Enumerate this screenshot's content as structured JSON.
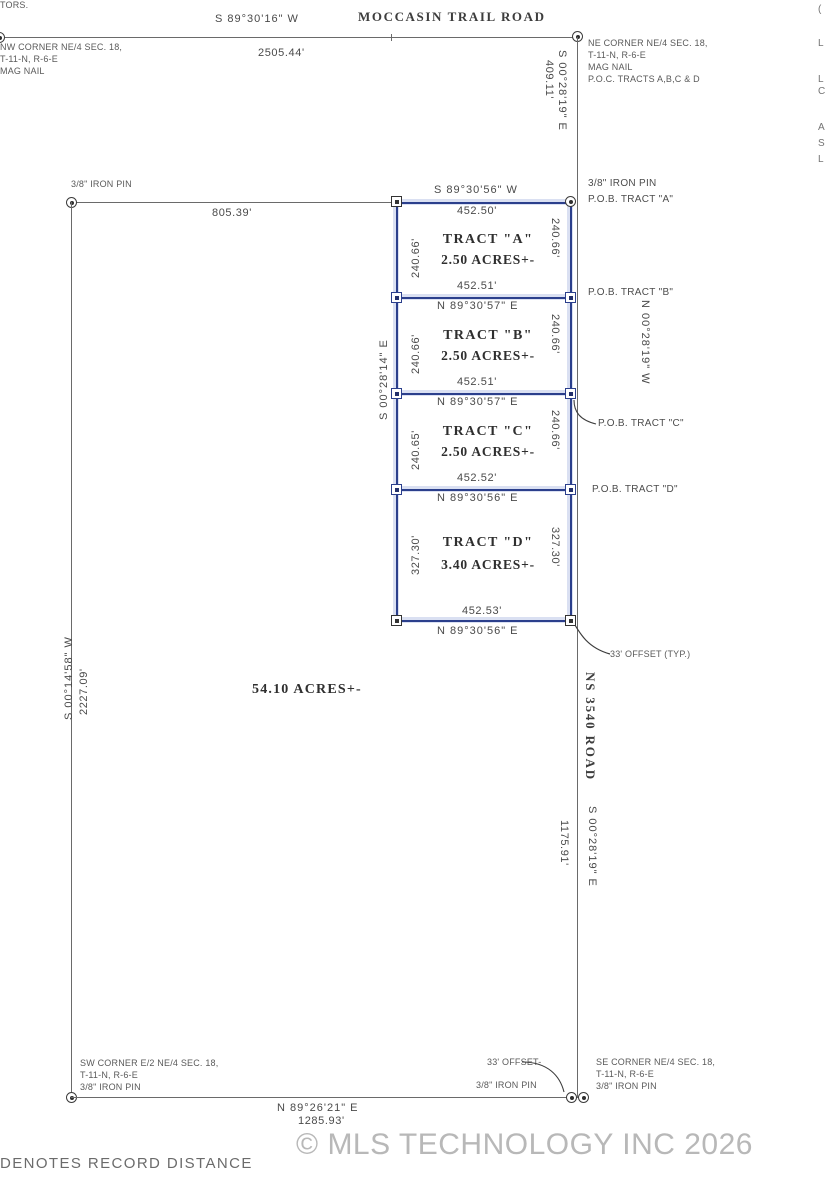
{
  "document": {
    "type": "land-survey-plat",
    "watermark": "© MLS TECHNOLOGY INC 2026",
    "top_cut_text": "TORS.",
    "legend_note": "DENOTES RECORD DISTANCE"
  },
  "roads": {
    "north": {
      "name": "MOCCASIN TRAIL ROAD",
      "bearing": "S 89°30'16\" W",
      "distance": "2505.44'"
    },
    "east": {
      "name": "NS 3540 ROAD",
      "bearing": "S 00°28'19\" E",
      "distance": "1175.91'"
    }
  },
  "corners": {
    "nw": {
      "line1": "NW CORNER NE/4 SEC. 18,",
      "line2": "T-11-N, R-6-E",
      "line3": "MAG NAIL"
    },
    "ne": {
      "line1": "NE CORNER NE/4 SEC. 18,",
      "line2": "T-11-N, R-6-E",
      "line3": "MAG NAIL",
      "line4": "P.O.C. TRACTS A,B,C & D"
    },
    "sw": {
      "line1": "SW CORNER E/2 NE/4 SEC. 18,",
      "line2": "T-11-N, R-6-E",
      "line3": "3/8\" IRON PIN"
    },
    "se": {
      "line1": "SE CORNER NE/4 SEC. 18,",
      "line2": "T-11-N, R-6-E",
      "line3": "3/8\" IRON PIN"
    }
  },
  "boundary": {
    "north_offset_bearing": "S 00°28'19\" E",
    "north_offset_distance": "409.11'",
    "west_top_iron_pin": "3/8\" IRON PIN",
    "west_top_distance": "805.39'",
    "west_bearing": "S 00°14'58\" W",
    "west_distance": "2227.09'",
    "south_bearing": "N 89°26'21\" E",
    "south_distance": "1285.93'",
    "south_offset_label": "33' OFFSET-",
    "south_offset_pin": "3/8\" IRON PIN",
    "remainder_acreage": "54.10 ACRES+-",
    "offset_typ": "33' OFFSET (TYP.)"
  },
  "tract_block": {
    "east_bearing": "N 00°28'19\" W",
    "west_bearing": "S 00°28'14\" E",
    "ne_iron_pin": "3/8\" IRON PIN"
  },
  "tracts": [
    {
      "id": "A",
      "name": "TRACT \"A\"",
      "acreage": "2.50 ACRES+-",
      "north_bearing": "S 89°30'56\" W",
      "north_distance": "452.50'",
      "south_bearing": "N 89°30'57\" E",
      "south_distance": "452.51'",
      "west_distance": "240.66'",
      "east_distance": "240.66'",
      "pob_label": "P.O.B. TRACT \"A\""
    },
    {
      "id": "B",
      "name": "TRACT \"B\"",
      "acreage": "2.50 ACRES+-",
      "north_bearing": "N 89°30'57\" E",
      "north_distance": "452.51'",
      "south_bearing": "N 89°30'57\" E",
      "south_distance": "452.51'",
      "west_distance": "240.66'",
      "east_distance": "240.66'",
      "pob_label": "P.O.B. TRACT \"B\""
    },
    {
      "id": "C",
      "name": "TRACT \"C\"",
      "acreage": "2.50 ACRES+-",
      "north_bearing": "N 89°30'57\" E",
      "north_distance": "452.51'",
      "south_bearing": "N 89°30'56\" E",
      "south_distance": "452.52'",
      "west_distance": "240.65'",
      "east_distance": "240.66'",
      "pob_label": "P.O.B. TRACT \"C\""
    },
    {
      "id": "D",
      "name": "TRACT \"D\"",
      "acreage": "3.40 ACRES+-",
      "north_bearing": "N 89°30'56\" E",
      "north_distance": "452.52'",
      "south_bearing": "N 89°30'56\" E",
      "south_distance": "452.53'",
      "west_distance": "327.30'",
      "east_distance": "327.30'",
      "pob_label": "P.O.B. TRACT \"D\""
    }
  ],
  "right_column_clipped": {
    "l1": "(",
    "l2": "L",
    "l3": "L",
    "l4": "C",
    "l5": "A",
    "l6": "S",
    "l7": "L"
  }
}
